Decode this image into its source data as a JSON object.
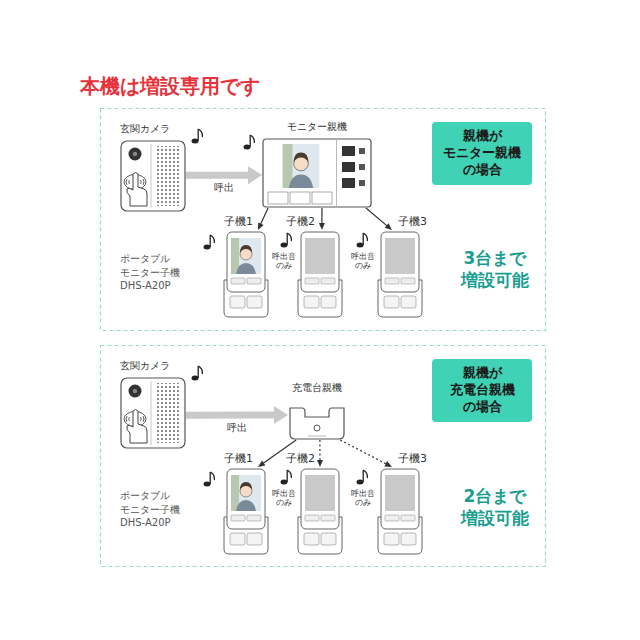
{
  "diagram": {
    "title": "本機は増設専用です",
    "nodes": [
      {
        "text": [
          "玄関カメラ"
        ]
      },
      {
        "text": [
          "モニター親機"
        ]
      },
      {
        "text": [
          "子機1"
        ]
      },
      {
        "text": [
          "子機2",
          "呼出音のみ"
        ]
      },
      {
        "text": [
          "子機3",
          "呼出音のみ"
        ]
      },
      {
        "text": [
          "親機が モニター親機 の場合"
        ]
      },
      {
        "text": [
          "玄関カメラ"
        ]
      },
      {
        "text": [
          "充電台親機"
        ]
      },
      {
        "text": [
          "子機1"
        ]
      },
      {
        "text": [
          "子機2",
          "呼出音のみ"
        ]
      },
      {
        "text": [
          "子機3",
          "呼出音のみ"
        ]
      },
      {
        "text": [
          "親機が 充電台親機 の場合"
        ]
      }
    ],
    "edges": [
      {
        "from": 0,
        "to": 1,
        "label": "呼出",
        "arrow": "to"
      },
      {
        "from": 1,
        "to": 2,
        "arrow": "to"
      },
      {
        "from": 1,
        "to": 3,
        "arrow": "to"
      },
      {
        "from": 1,
        "to": 4,
        "arrow": "to"
      },
      {
        "from": 6,
        "to": 7,
        "label": "呼出",
        "arrow": "to"
      },
      {
        "from": 7,
        "to": 8,
        "arrow": "to"
      },
      {
        "from": 7,
        "to": 9,
        "arrow": "to"
      },
      {
        "from": 7,
        "to": 10,
        "arrow": "to"
      }
    ],
    "labels": [
      "ポータブル モニター子機 DHS-A20P",
      "3台まで 増設可能",
      "ポータブル モニター子機 DHS-A20P",
      "2台まで 増設可能"
    ]
  }
}
